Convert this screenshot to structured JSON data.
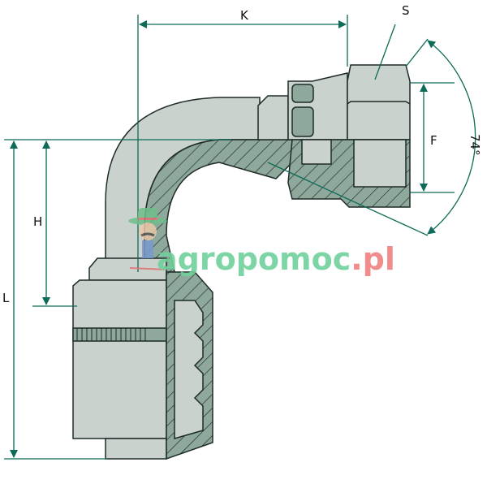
{
  "labels": {
    "K": "K",
    "S": "S",
    "F": "F",
    "H": "H",
    "L": "L",
    "angle": "74°"
  },
  "watermark": {
    "text_main": "agropomoc",
    "text_suffix": ".pl",
    "main_color": "#6fcf9a",
    "suffix_color": "#f08080"
  },
  "colors": {
    "part_light": "#c9d2cd",
    "part_dark": "#8ea99c",
    "outline": "#1e2a26",
    "dimension": "#0d6b57"
  }
}
